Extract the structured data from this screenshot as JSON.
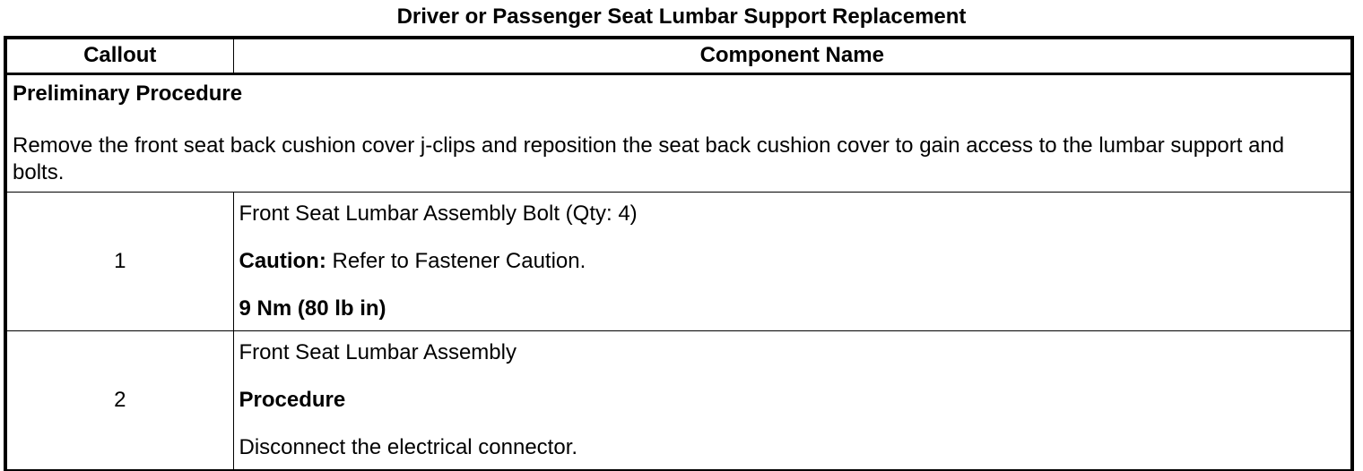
{
  "title": "Driver or Passenger Seat Lumbar Support Replacement",
  "table": {
    "headers": [
      "Callout",
      "Component Name"
    ],
    "preliminary": {
      "heading": "Preliminary Procedure",
      "body": "Remove the front seat back cushion cover j-clips and reposition the seat back cushion cover to gain access to the lumbar support and bolts."
    },
    "rows": [
      {
        "callout": "1",
        "lines": [
          {
            "bold": "",
            "text": "Front Seat Lumbar Assembly Bolt (Qty: 4)"
          },
          {
            "bold": "Caution:",
            "text": " Refer to Fastener Caution."
          },
          {
            "bold": "9 Nm (80 lb in)",
            "text": ""
          }
        ]
      },
      {
        "callout": "2",
        "lines": [
          {
            "bold": "",
            "text": "Front Seat Lumbar Assembly"
          },
          {
            "bold": "Procedure",
            "text": ""
          },
          {
            "bold": "",
            "text": "Disconnect the electrical connector."
          }
        ]
      }
    ]
  }
}
